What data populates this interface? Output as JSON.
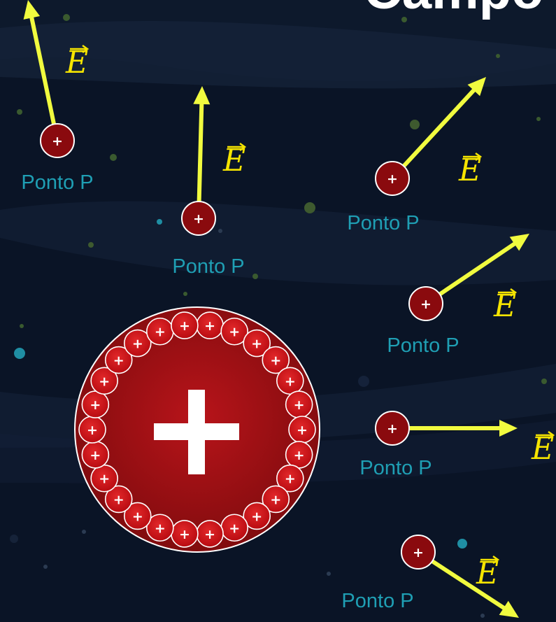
{
  "title_fragment": "Campo",
  "field_label": "E",
  "point_label": "Ponto P",
  "charge_symbol": "+",
  "colors": {
    "background": "#0a1426",
    "band": "#16243a",
    "arrow": "#f1fb3f",
    "field_label": "#f5e400",
    "point_label": "#1f9fb4",
    "charge": "#8e0e10",
    "charge_light": "#d41a1e"
  },
  "test_points": [
    {
      "id": "p1"
    },
    {
      "id": "p2"
    },
    {
      "id": "p3"
    },
    {
      "id": "p4"
    },
    {
      "id": "p5"
    },
    {
      "id": "p6"
    }
  ],
  "sphere_surface_charges": 26
}
